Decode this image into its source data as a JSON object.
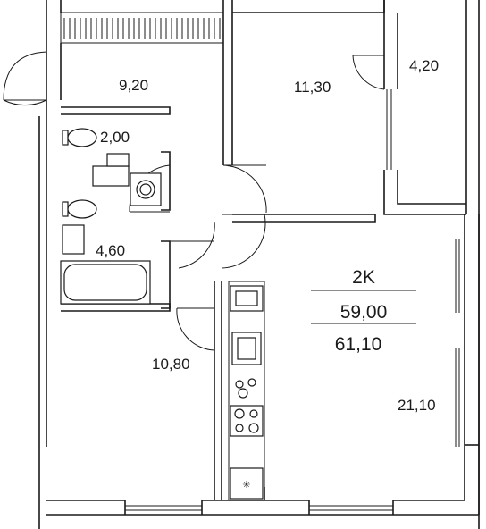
{
  "plan": {
    "rooms": {
      "hall": "9,20",
      "bedroom": "11,30",
      "balcony": "4,20",
      "wc": "2,00",
      "bathroom": "4,60",
      "kitchen": "10,80",
      "living": "21,10"
    },
    "summary": {
      "type": "2K",
      "living_area": "59,00",
      "total_area": "61,10"
    },
    "fridge_symbol": "✳"
  }
}
